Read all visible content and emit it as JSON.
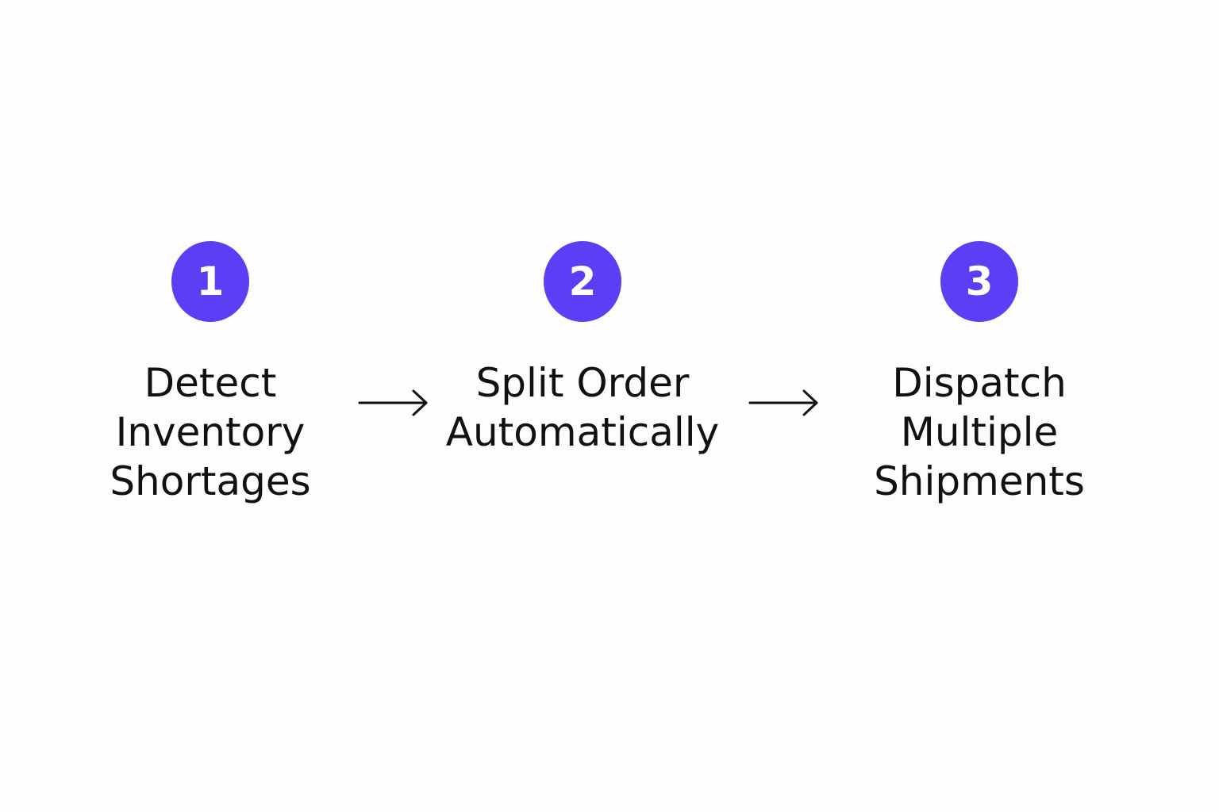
{
  "accent_color": "#5b3ff5",
  "steps": [
    {
      "number": "1",
      "lines": [
        "Detect",
        "Inventory",
        "Shortages"
      ]
    },
    {
      "number": "2",
      "lines": [
        "Split Order",
        "Automatically"
      ]
    },
    {
      "number": "3",
      "lines": [
        "Dispatch",
        "Multiple",
        "Shipments"
      ]
    }
  ],
  "connectors": [
    {
      "icon": "right-arrow-icon"
    },
    {
      "icon": "right-arrow-icon"
    }
  ]
}
